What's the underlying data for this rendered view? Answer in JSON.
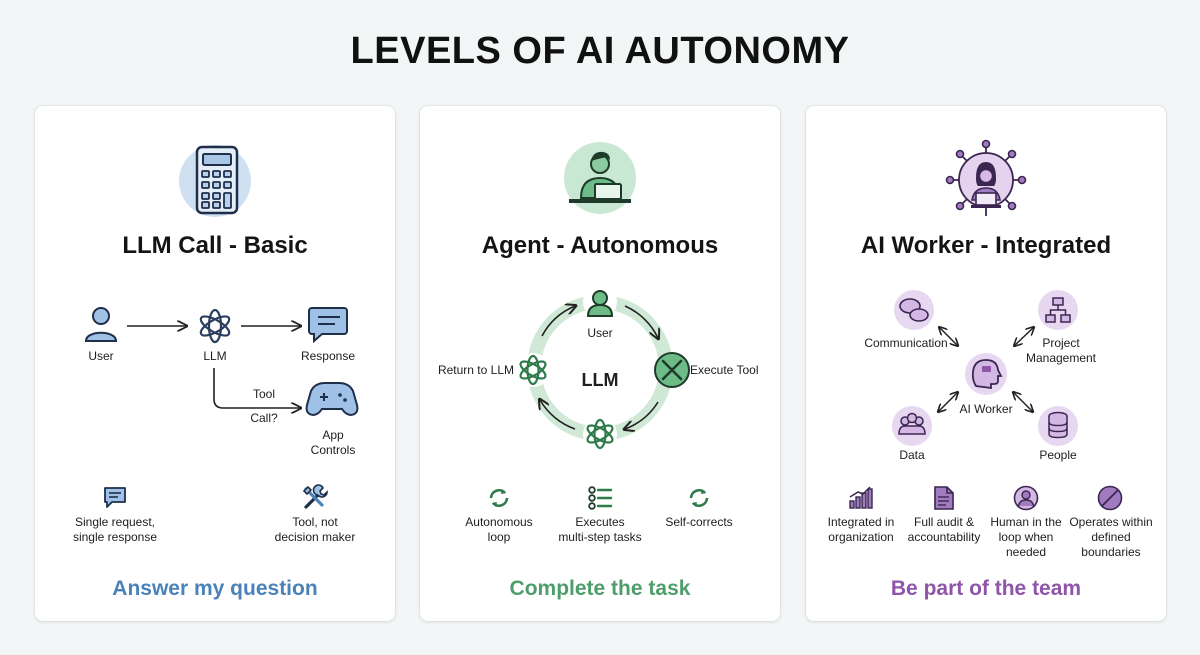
{
  "title": "LEVELS OF AI AUTONOMY",
  "colors": {
    "blue": "#4a82b9",
    "green": "#4d9e6a",
    "purple": "#8e55a8",
    "ring_green": "#cfe9d6",
    "soft_purple": "#e7d7f0"
  },
  "cards": [
    {
      "title": "LLM Call - Basic",
      "icon": "calculator-icon",
      "nodes": {
        "user": "User",
        "llm": "LLM",
        "response": "Response",
        "tool_call_1": "Tool",
        "tool_call_2": "Call?",
        "app_controls": "App Controls"
      },
      "features": [
        {
          "icon": "chat-icon",
          "label_1": "Single request,",
          "label_2": "single response"
        },
        {
          "icon": "tools-icon",
          "label_1": "Tool, not",
          "label_2": "decision maker"
        }
      ],
      "tagline": "Answer my question"
    },
    {
      "title": "Agent - Autonomous",
      "icon": "person-laptop-icon",
      "cycle": {
        "center": "LLM",
        "user": "User",
        "execute": "Execute Tool",
        "return": "Return to LLM"
      },
      "features": [
        {
          "icon": "loop-icon",
          "label_1": "Autonomous",
          "label_2": "loop"
        },
        {
          "icon": "checklist-icon",
          "label_1": "Executes",
          "label_2": "multi-step tasks"
        },
        {
          "icon": "refresh-icon",
          "label_1": "Self-corrects",
          "label_2": ""
        }
      ],
      "tagline": "Complete the task"
    },
    {
      "title": "AI Worker - Integrated",
      "icon": "network-person-icon",
      "hub": {
        "center": "AI Worker",
        "communication": "Communication",
        "project_1": "Project",
        "project_2": "Management",
        "data": "Data",
        "people": "People"
      },
      "features": [
        {
          "icon": "bar-chart-icon",
          "label_1": "Integrated in",
          "label_2": "organization",
          "label_3": ""
        },
        {
          "icon": "document-icon",
          "label_1": "Full audit &",
          "label_2": "accountability",
          "label_3": ""
        },
        {
          "icon": "user-circle-icon",
          "label_1": "Human in the",
          "label_2": "loop when",
          "label_3": "needed"
        },
        {
          "icon": "boundary-icon",
          "label_1": "Operates within",
          "label_2": "defined",
          "label_3": "boundaries"
        }
      ],
      "tagline": "Be part of the team"
    }
  ]
}
